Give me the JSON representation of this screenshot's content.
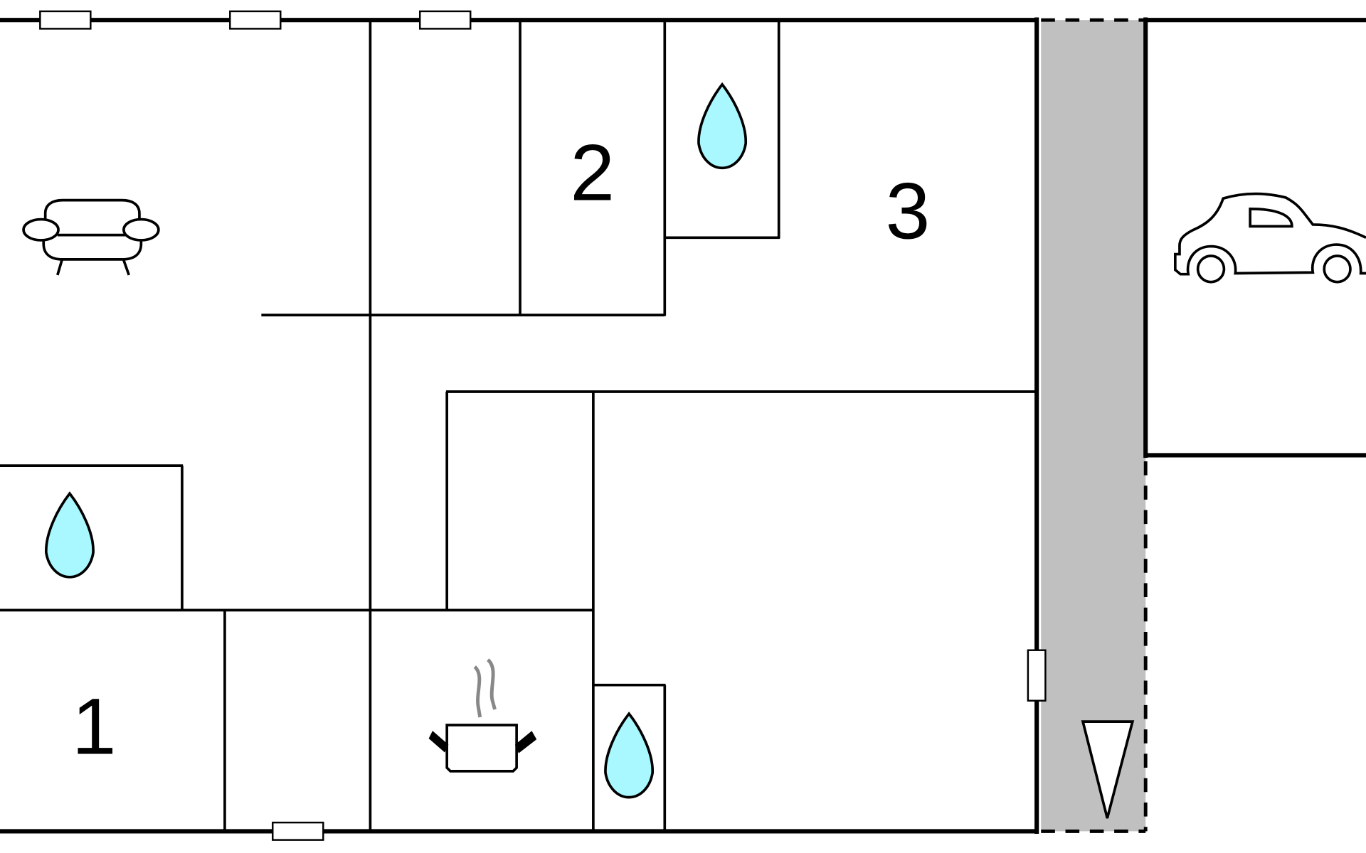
{
  "rooms": {
    "bedroom_1": "1",
    "bedroom_2": "2",
    "bedroom_3": "3"
  },
  "colors": {
    "corridor": "#c0c0c0",
    "water": "#aaf8ff",
    "steam": "#888888"
  },
  "icons": [
    "sofa-icon",
    "water-drop-icon",
    "cooking-pot-icon",
    "car-icon",
    "entrance-arrow-icon",
    "window-icon"
  ]
}
